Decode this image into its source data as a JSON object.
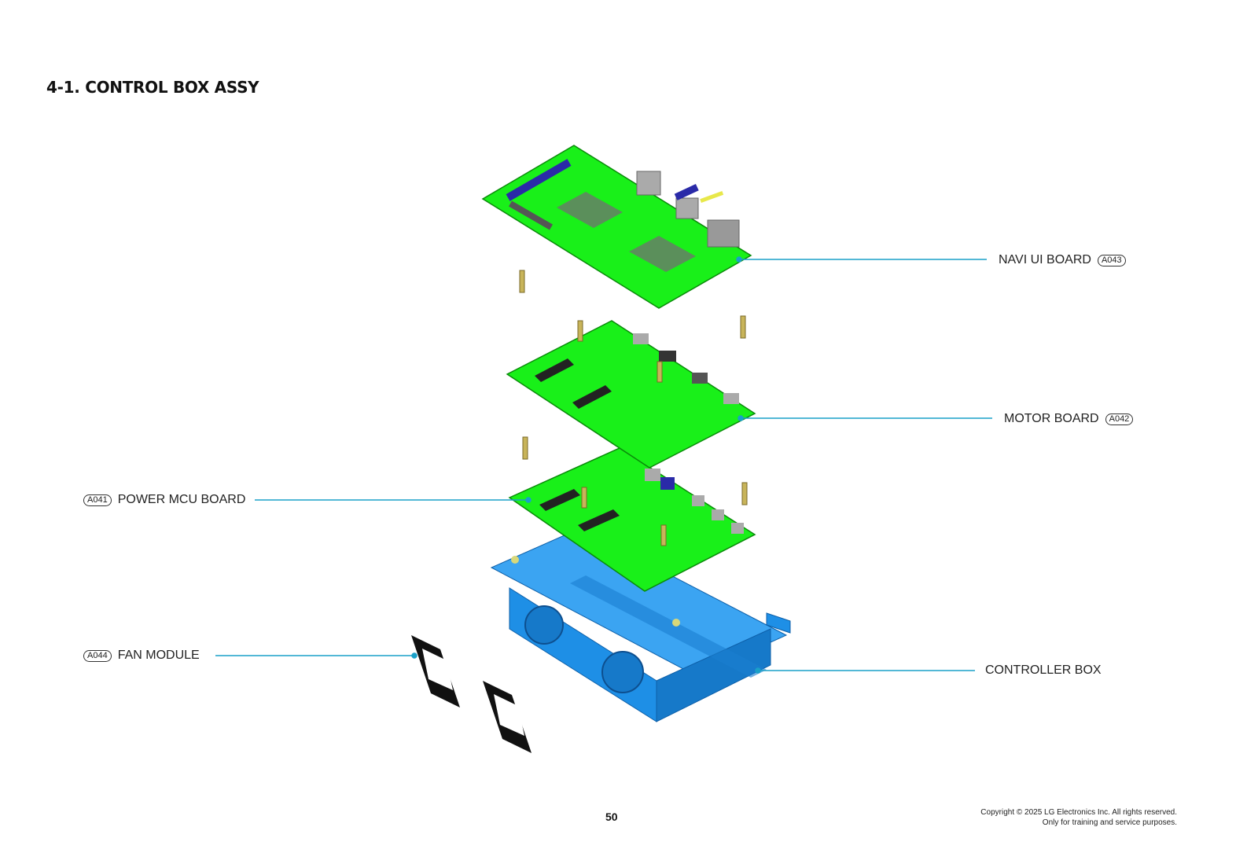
{
  "section_title": "4-1. CONTROL BOX ASSY",
  "callouts": {
    "navi_ui_board": {
      "label": "NAVI UI BOARD",
      "code": "A043"
    },
    "motor_board": {
      "label": "MOTOR BOARD",
      "code": "A042"
    },
    "power_mcu_board": {
      "label": "POWER MCU BOARD",
      "code": "A041"
    },
    "fan_module": {
      "label": "FAN MODULE",
      "code": "A044"
    },
    "controller_box": {
      "label": "CONTROLLER BOX"
    }
  },
  "colors": {
    "board": "#19f019",
    "box": "#1e8fe6",
    "leader": "#1aa0c8",
    "fan": "#111111",
    "connector": "#2a2aa8"
  },
  "footer": {
    "page_number": "50",
    "copyright_line1": "Copyright © 2025 LG Electronics Inc. All rights reserved.",
    "copyright_line2": "Only for training and service purposes."
  }
}
